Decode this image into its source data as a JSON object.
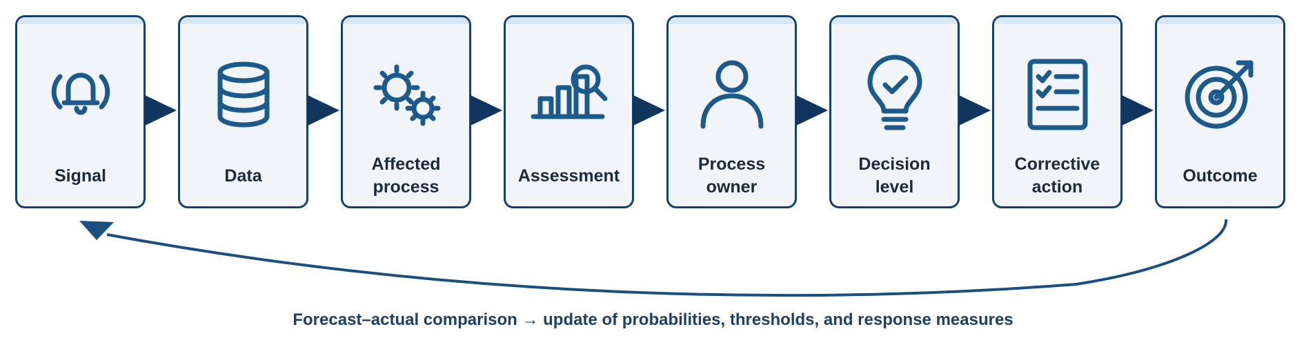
{
  "steps": [
    {
      "label": "Signal",
      "icon": "bell-alert-icon"
    },
    {
      "label": "Data",
      "icon": "database-icon"
    },
    {
      "label": "Affected\nprocess",
      "icon": "gears-icon"
    },
    {
      "label": "Assessment",
      "icon": "bar-chart-magnifier-icon"
    },
    {
      "label": "Process\nowner",
      "icon": "person-icon"
    },
    {
      "label": "Decision\nlevel",
      "icon": "lightbulb-check-icon"
    },
    {
      "label": "Corrective\naction",
      "icon": "checklist-icon"
    },
    {
      "label": "Outcome",
      "icon": "target-arrow-icon"
    }
  ],
  "feedback": {
    "caption": "Forecast–actual comparison → update of probabilities, thresholds, and response measures"
  },
  "colors": {
    "box_border": "#17406b",
    "box_fill": "#f1f5f9",
    "box_band": "#d8e7f4",
    "icon": "#1c5a8c",
    "arrow": "#10365e",
    "text": "#1b2a3d",
    "caption": "#1e3f68"
  }
}
